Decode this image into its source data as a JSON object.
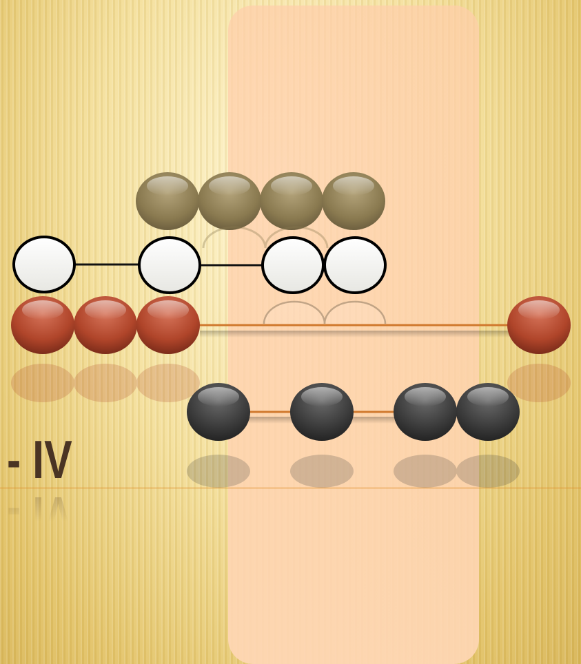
{
  "slide": {
    "title": "- IV"
  },
  "bead_rows": [
    {
      "id": "olive",
      "color": "#8a7a50",
      "count": 4
    },
    {
      "id": "white",
      "color": "#ffffff",
      "count": 4
    },
    {
      "id": "red",
      "color": "#b0452a",
      "count": 4
    },
    {
      "id": "black",
      "color": "#3c3c3c",
      "count": 4
    }
  ],
  "colors": {
    "rule": "#e0902e",
    "panel": "#ffcfae",
    "title": "#4a3424"
  }
}
